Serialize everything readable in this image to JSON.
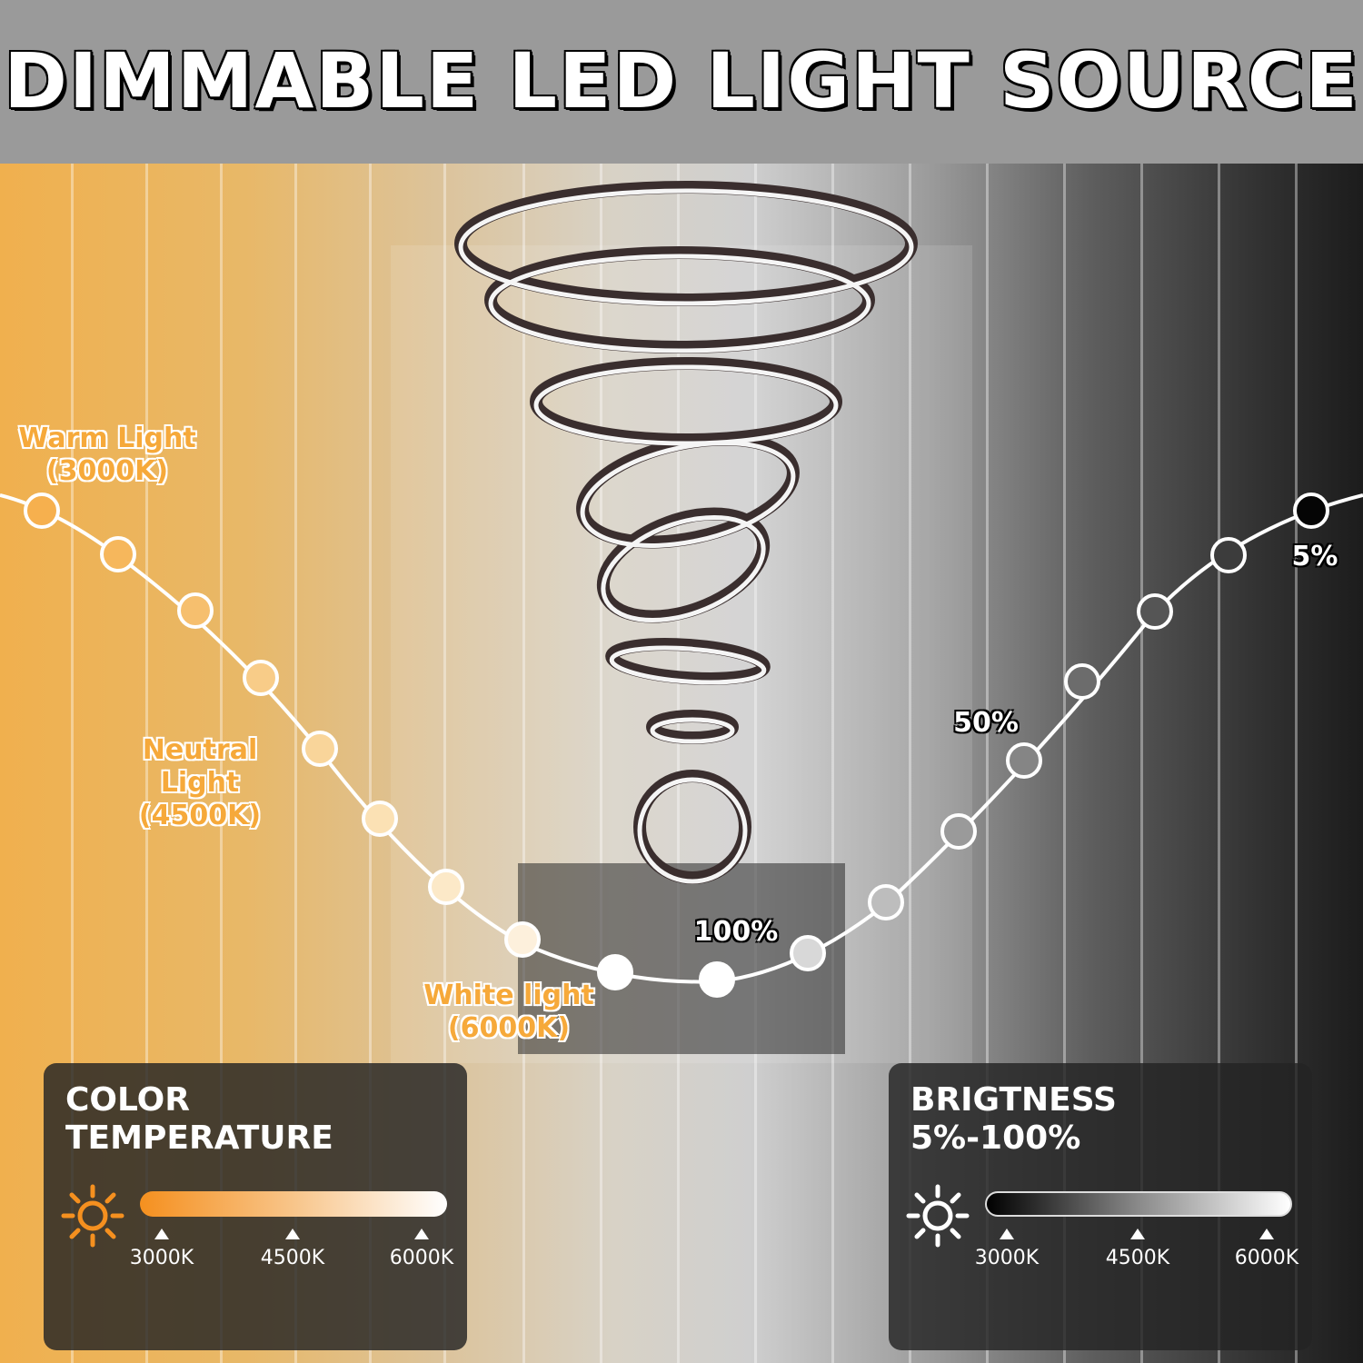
{
  "banner": {
    "title": "DIMMABLE LED LIGHT SOURCE"
  },
  "curve_labels": {
    "warm": {
      "name": "Warm Light",
      "value": "(3000K)"
    },
    "neutral": {
      "name": "Neutral Light",
      "value": "(4500K)"
    },
    "white": {
      "name": "White light",
      "value": "(6000K)"
    },
    "pct_100": "100%",
    "pct_50": "50%",
    "pct_5": "5%"
  },
  "color_panel": {
    "title": "COLOR",
    "subtitle": "TEMPERATURE",
    "icon": "sun-icon",
    "gradient": [
      "#f5901f",
      "#f8c58a",
      "#ffffff"
    ],
    "ticks": [
      "3000K",
      "4500K",
      "6000K"
    ]
  },
  "brightness_panel": {
    "title": "BRIGTNESS",
    "subtitle": "5%-100%",
    "icon": "sun-outline-icon",
    "gradient": [
      "#000000",
      "#8a8a8a",
      "#ffffff"
    ],
    "ticks": [
      "3000K",
      "4500K",
      "6000K"
    ]
  },
  "colors": {
    "accent_orange": "#f6a93a",
    "banner_gray": "#9a9a9a"
  }
}
